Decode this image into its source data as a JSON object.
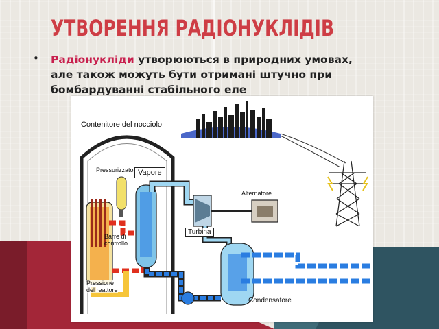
{
  "slide": {
    "title": "УТВОРЕННЯ РАДІОНУКЛІДІВ",
    "bullet_symbol": "•",
    "bullet": {
      "highlight": "Радіонукліди",
      "text": " утворюються в природних умовах, але також можуть бути отримані штучно при бомбардуванні стабільного еле"
    }
  },
  "diagram": {
    "labels": {
      "container": "Contenitore del nocciolo",
      "pressurizer": "Pressurizzatore",
      "steam": "Vapore",
      "alternator": "Alternatore",
      "turbine": "Turbina",
      "control_rods": "Barre di\ncontrollo",
      "reactor_pressure": "Pressione\ndel reattore",
      "condenser": "Condensatore"
    }
  },
  "colors": {
    "title": "#ce3d45",
    "highlight": "#c8204e",
    "band_red": "#a32638",
    "band_teal": "#3f6b78",
    "coolant_blue": "#2a7de1",
    "hot_loop_red": "#e0301e"
  }
}
